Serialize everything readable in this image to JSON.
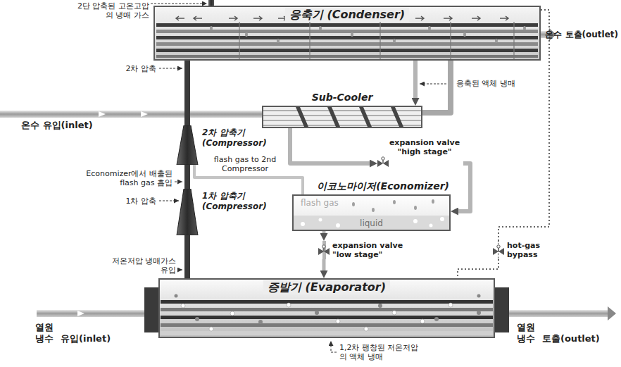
{
  "diagram": {
    "nodes": [
      {
        "text": [
          "응축기 (Condenser)"
        ]
      },
      {
        "text": [
          "Sub-Cooler"
        ]
      },
      {
        "text": [
          "2차 압축기 (Compressor)"
        ]
      },
      {
        "text": [
          "1차 압축기 (Compressor)"
        ]
      },
      {
        "text": [
          "이코노마이저(Economizer)",
          "flash gas",
          "liquid"
        ]
      },
      {
        "text": [
          "expansion valve \"high stage\""
        ]
      },
      {
        "text": [
          "expansion valve \"low stage\""
        ]
      },
      {
        "text": [
          "hot-gas bypass"
        ]
      },
      {
        "text": [
          "증발기 (Evaporator)"
        ]
      }
    ],
    "edges": [
      {
        "from": 3,
        "to": 2,
        "arrow": "none"
      },
      {
        "from": 2,
        "to": 0,
        "arrow": "none"
      },
      {
        "from": 0,
        "to": 1,
        "arrow": "to"
      },
      {
        "from": 1,
        "to": 0,
        "arrow": "none"
      },
      {
        "from": 1,
        "to": 5,
        "arrow": "to"
      },
      {
        "from": 5,
        "to": 4,
        "arrow": "to"
      },
      {
        "from": 4,
        "to": 2,
        "label": "flash gas to 2nd Compressor",
        "arrow": "none"
      },
      {
        "from": 4,
        "to": 6,
        "arrow": "to"
      },
      {
        "from": 6,
        "to": 8,
        "arrow": "to"
      },
      {
        "from": 8,
        "to": 3,
        "arrow": "none"
      },
      {
        "from": 0,
        "to": 7,
        "arrow": "none"
      },
      {
        "from": 7,
        "to": 8,
        "arrow": "none"
      }
    ],
    "labels": [
      "2단 압축된 고온고압의 냉매 가스",
      "온수 토출(outlet)",
      "2차 압축",
      "응축된 액체 냉매",
      "온수 유입(inlet)",
      "Economizer에서 배출된 flash gas 흡입",
      "1차 압축",
      "저온저압 냉매가스 유입",
      "열원 냉수",
      "유입(inlet)",
      "열원 냉수",
      "토출(outlet)",
      "1,2차 팽창된 저온저압의 액체 냉매"
    ]
  }
}
